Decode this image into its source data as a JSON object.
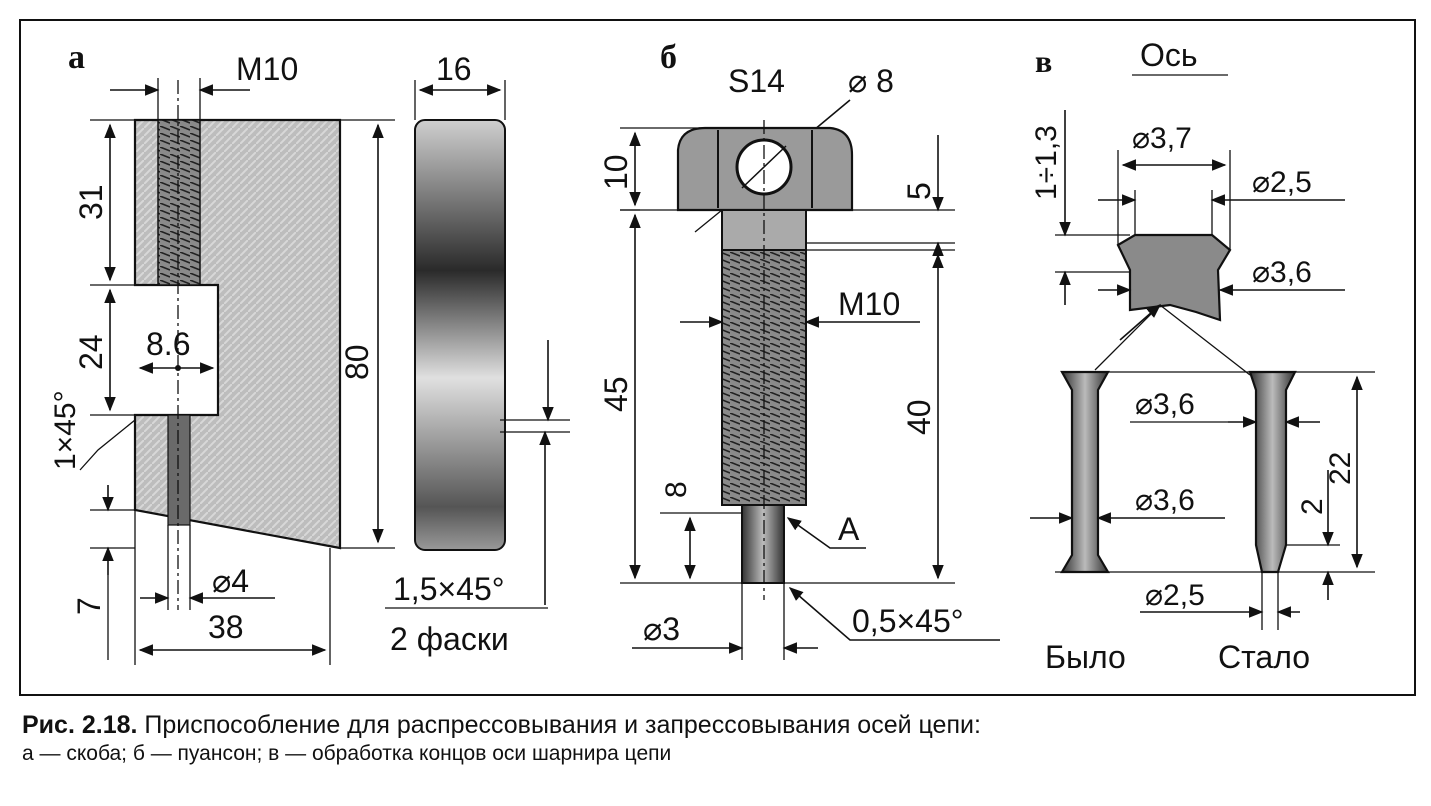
{
  "figure": {
    "panels": {
      "a": {
        "letter": "а",
        "labels": {
          "thread": "M10",
          "height_31": "31",
          "height_24": "24",
          "width_86": "8.6",
          "chamfer_1x45": "1×45°",
          "height_80": "80",
          "dia_4": "⌀4",
          "width_38": "38",
          "height_7": "7",
          "width_16": "16",
          "chamfer_15x45": "1,5×45°",
          "chamfers_note": "2 фаски"
        }
      },
      "b": {
        "letter": "б",
        "labels": {
          "hex": "S14",
          "dia_8": "⌀ 8",
          "height_10": "10",
          "height_5": "5",
          "thread": "M10",
          "length_45": "45",
          "length_40": "40",
          "length_8": "8",
          "point_a": "А",
          "dia_3": "⌀3",
          "chamfer_05x45": "0,5×45°"
        }
      },
      "v": {
        "letter": "в",
        "labels": {
          "axis": "Ось",
          "range_1_13": "1÷1,3",
          "dia_37": "⌀3,7",
          "dia_25_top": "⌀2,5",
          "dia_36_top": "⌀3,6",
          "dia_36_mid": "⌀3,6",
          "dia_36_low": "⌀3,6",
          "length_22": "22",
          "length_2": "2",
          "dia_25_bottom": "⌀2,5",
          "before": "Было",
          "after": "Стало"
        }
      }
    }
  },
  "caption": {
    "number": "Рис. 2.18.",
    "title": "Приспособление для распрессовывания и запрессовывания осей цепи:",
    "legend": "а — скоба; б — пуансон; в — обработка концов оси шарнира цепи"
  }
}
